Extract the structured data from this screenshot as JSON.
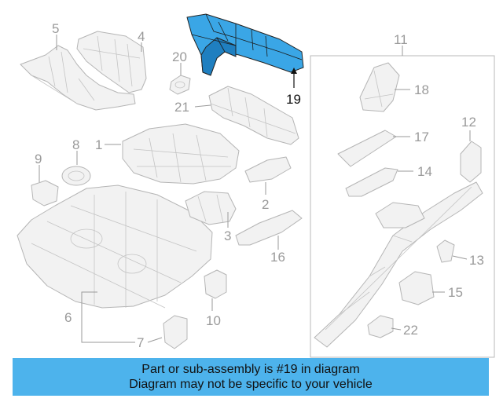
{
  "callouts": {
    "c1": "1",
    "c2": "2",
    "c3": "3",
    "c4": "4",
    "c5": "5",
    "c6": "6",
    "c7": "7",
    "c8": "8",
    "c9": "9",
    "c10": "10",
    "c11": "11",
    "c12": "12",
    "c13": "13",
    "c14": "14",
    "c15": "15",
    "c16": "16",
    "c17": "17",
    "c18": "18",
    "c19": "19",
    "c20": "20",
    "c21": "21",
    "c22": "22"
  },
  "highlighted_part": "19",
  "colors": {
    "highlight": "#3aa6e6",
    "banner": "#4db3ec",
    "callout": "#9a9a9a"
  },
  "banner": {
    "line1": "Part or sub-assembly is #19 in diagram",
    "line2": "Diagram may not be specific to your vehicle"
  }
}
